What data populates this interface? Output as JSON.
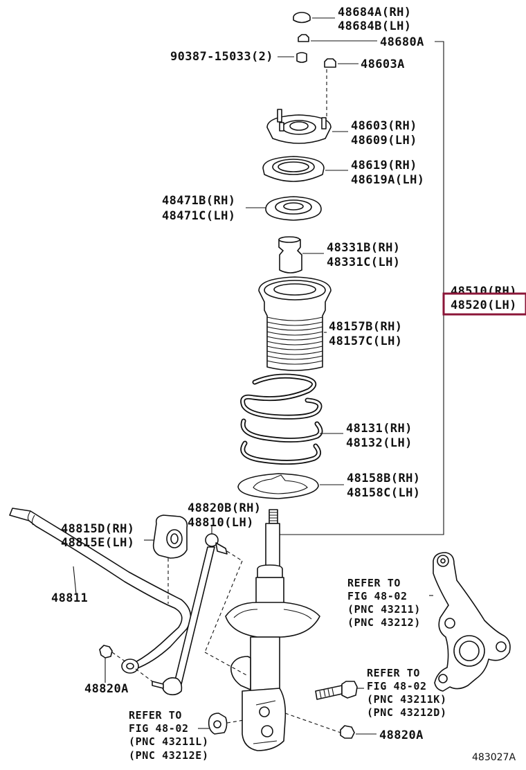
{
  "labels": {
    "p48684": [
      "48684A(RH)",
      "48684B(LH)"
    ],
    "p48680a": "48680A",
    "p90387": "90387-15033(2)",
    "p48603a": "48603A",
    "p48603": [
      "48603(RH)",
      "48609(LH)"
    ],
    "p48619": [
      "48619(RH)",
      "48619A(LH)"
    ],
    "p48471": [
      "48471B(RH)",
      "48471C(LH)"
    ],
    "p48331": [
      "48331B(RH)",
      "48331C(LH)"
    ],
    "p48510": [
      "48510(RH)",
      "48520(LH)"
    ],
    "p48157": [
      "48157B(RH)",
      "48157C(LH)"
    ],
    "p48131": [
      "48131(RH)",
      "48132(LH)"
    ],
    "p48158": [
      "48158B(RH)",
      "48158C(LH)"
    ],
    "p48820b": [
      "48820B(RH)",
      "48810(LH)"
    ],
    "p48815": [
      "48815D(RH)",
      "48815E(LH)"
    ],
    "p48811": "48811",
    "p48820a_left": "48820A",
    "p48820a_bottom": "48820A",
    "ref_knuckle": [
      "REFER TO",
      "FIG 48-02",
      "(PNC 43211)",
      "(PNC 43212)"
    ],
    "ref_bolt": [
      "REFER TO",
      "FIG 48-02",
      "(PNC 43211K)",
      "(PNC 43212D)"
    ],
    "ref_nut": [
      "REFER TO",
      "FIG 48-02",
      "(PNC 43211L)",
      "(PNC 43212E)"
    ],
    "diagram_code": "483027A"
  },
  "highlight": {
    "color": "#8b1538",
    "target": "48520(LH)"
  }
}
